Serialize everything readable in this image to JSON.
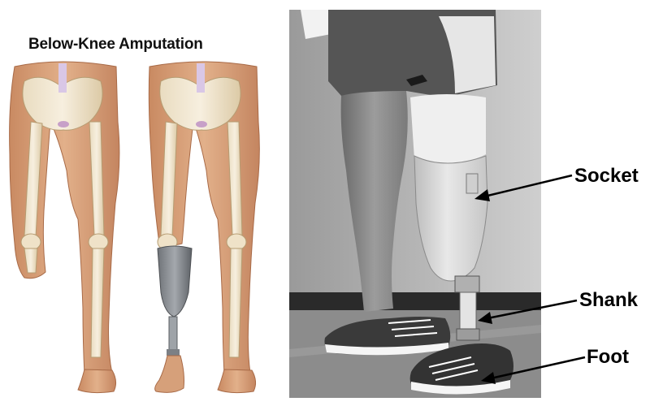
{
  "figure": {
    "title": "Below-Knee Amputation",
    "labels": {
      "socket": "Socket",
      "shank": "Shank",
      "foot": "Foot"
    }
  }
}
